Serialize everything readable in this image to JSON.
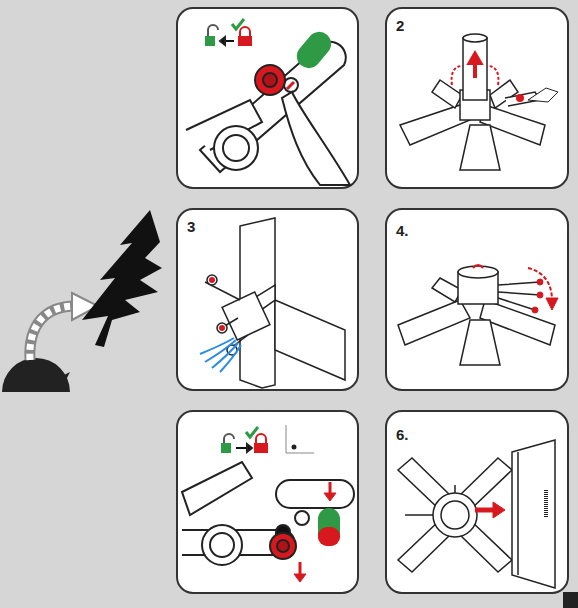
{
  "diagram": {
    "labels": [
      "2",
      "3",
      "4.",
      "6."
    ]
  }
}
